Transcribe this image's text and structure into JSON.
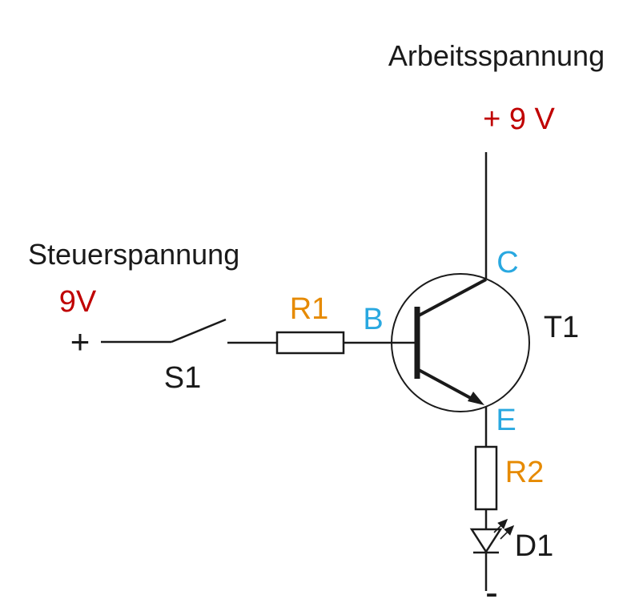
{
  "colors": {
    "background": "#ffffff",
    "wire": "#1a1a1a",
    "red": "#c00000",
    "blue": "#29a8e0",
    "orange": "#e68a00"
  },
  "labels": {
    "working_voltage_title": "Arbeitsspannung",
    "working_voltage_value": "+ 9 V",
    "control_voltage_title": "Steuerspannung",
    "control_voltage_value": "9V",
    "plus_terminal": "+",
    "minus_terminal": "-",
    "switch": "S1",
    "resistor1": "R1",
    "resistor2": "R2",
    "transistor": "T1",
    "base": "B",
    "collector": "C",
    "emitter": "E",
    "diode": "D1"
  }
}
